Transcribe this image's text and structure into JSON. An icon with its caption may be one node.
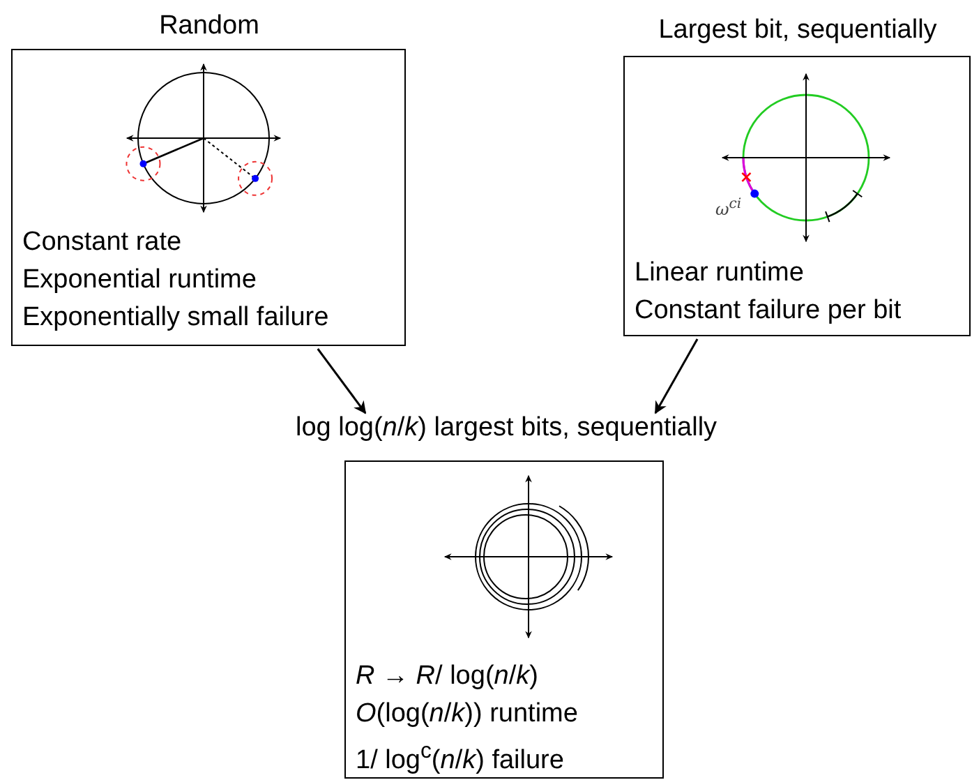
{
  "diagram": {
    "nodes": [
      {
        "text": [
          "Random",
          "Constant rate",
          "Exponential runtime",
          "Exponentially small failure"
        ]
      },
      {
        "text": [
          "Largest bit, sequentially",
          "Linear runtime",
          "Constant failure per bit"
        ]
      },
      {
        "text": [
          "log log(*n*/*k*) largest bits, sequentially",
          "*R* → *R*/ log(*n*/*k*)",
          "*O*(log(*n*/*k*)) runtime",
          "1/ log$^{c}$(*n*/*k*) failure"
        ]
      }
    ],
    "edges": [
      {
        "from": 0,
        "to": 2,
        "arrow": "to"
      },
      {
        "from": 1,
        "to": 2,
        "arrow": "to"
      }
    ],
    "labels": [
      "ω$^{ci}$"
    ]
  }
}
